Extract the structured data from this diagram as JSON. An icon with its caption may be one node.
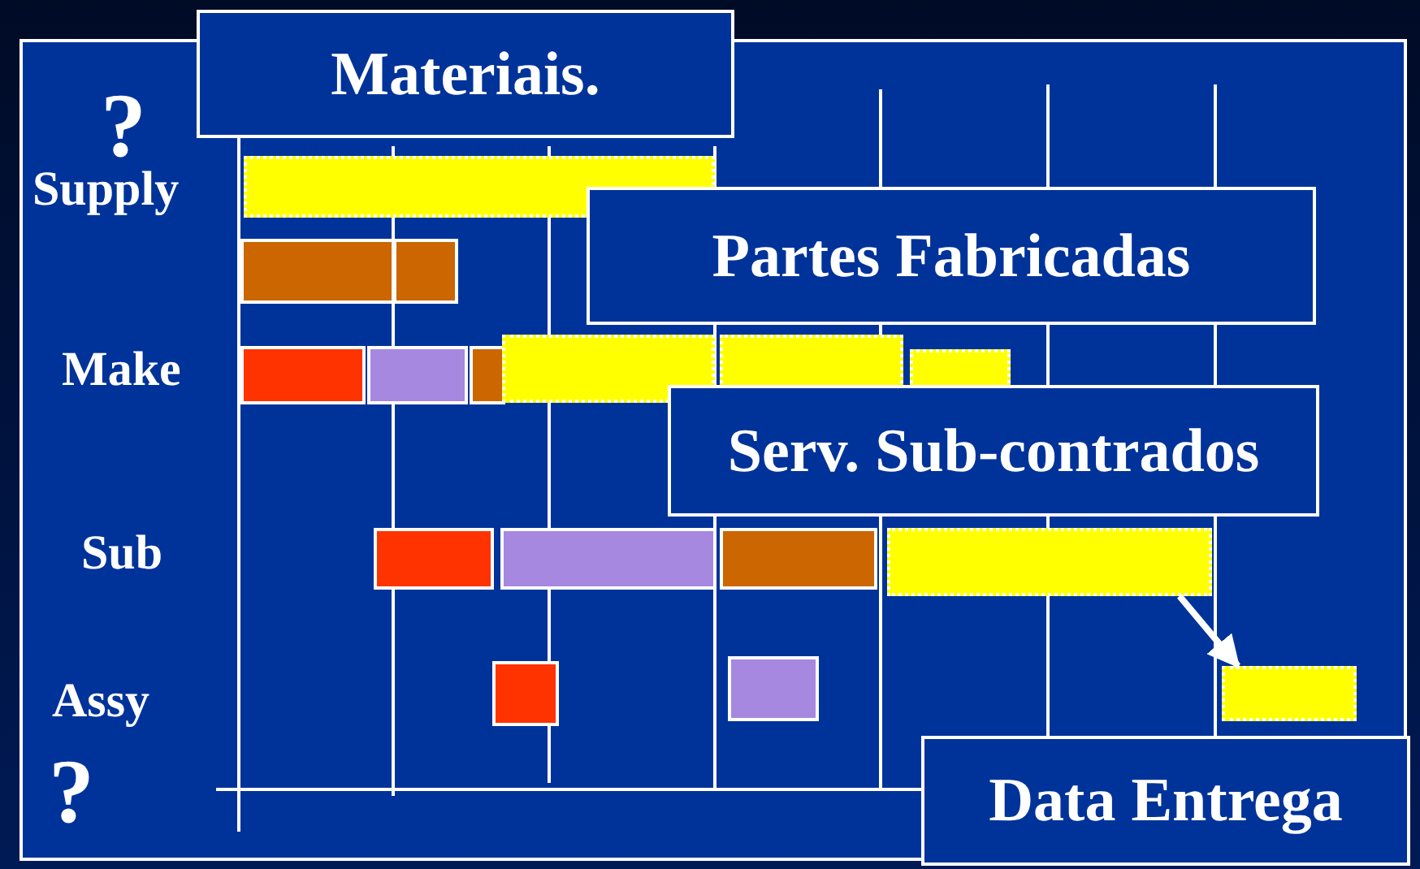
{
  "diagram": {
    "nodes": [
      {
        "text": [
          "Materiais."
        ]
      },
      {
        "text": [
          "Partes Fabricadas"
        ]
      },
      {
        "text": [
          "Serv. Sub-contrados"
        ]
      },
      {
        "text": [
          "Data Entrega"
        ]
      },
      {
        "text": [],
        "shape": "bar"
      },
      {
        "text": [],
        "shape": "bar"
      }
    ],
    "edges": [
      {
        "from": 4,
        "to": 5,
        "arrow": "to"
      }
    ],
    "labels": [
      "?",
      "Supply",
      "Make",
      "Sub",
      "Assy",
      "?"
    ]
  }
}
